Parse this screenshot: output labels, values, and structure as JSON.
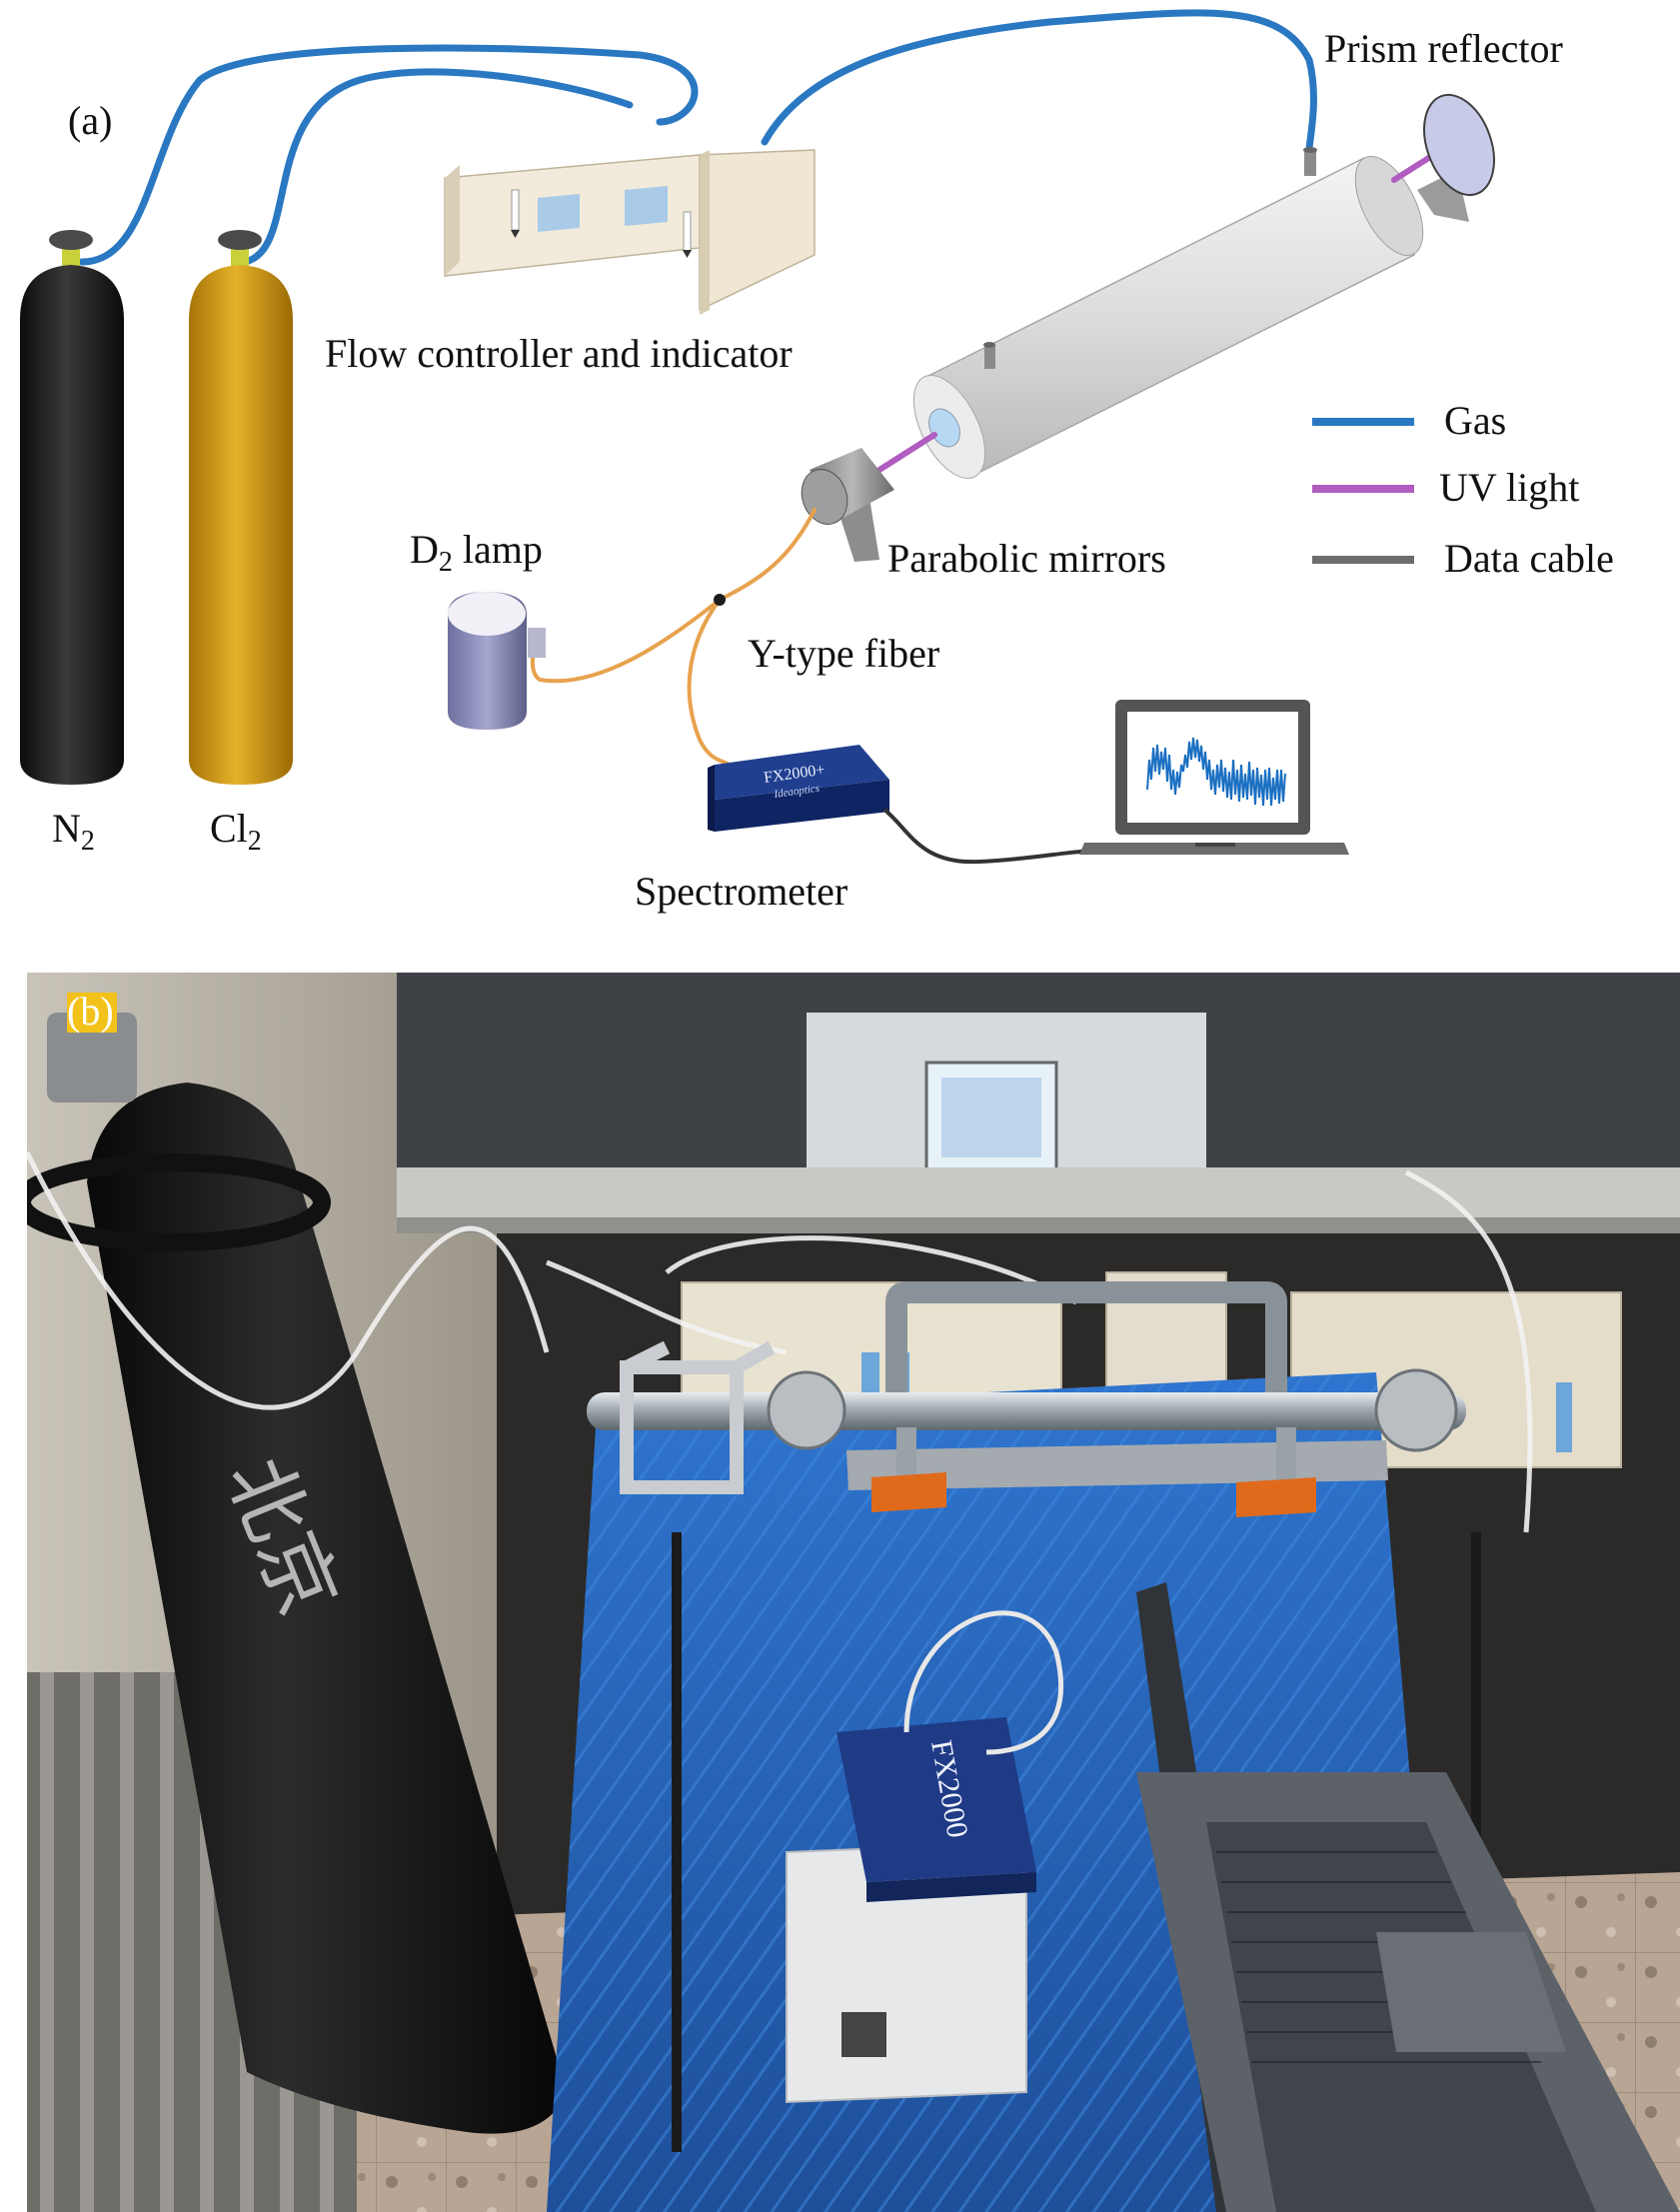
{
  "panel_a": {
    "label": "(a)",
    "n2": "N",
    "n2_sub": "2",
    "cl2": "Cl",
    "cl2_sub": "2",
    "flow_controller": "Flow controller and indicator",
    "prism_reflector": "Prism reflector",
    "parabolic_mirrors": "Parabolic mirrors",
    "d2_lamp": "D",
    "d2_sub": "2",
    "d2_lamp_rest": " lamp",
    "y_fiber": "Y-type fiber",
    "spectrometer": "Spectrometer",
    "spectrometer_brand": "FX2000+",
    "spectrometer_maker": "Ideaoptics",
    "legend": [
      {
        "label": "Gas",
        "color": "#2a78c2"
      },
      {
        "label": "UV light",
        "color": "#b05cc0"
      },
      {
        "label": "Data cable",
        "color": "#6d6d6d"
      }
    ]
  },
  "panel_b": {
    "label": "(b)",
    "device_label": "FX2000",
    "cylinder_text": "北京"
  },
  "colors": {
    "gas": "#2a78c2",
    "uv": "#b05cc0",
    "cable": "#6d6d6d",
    "fiber": "#e8a24e",
    "n2_cylinder": "#1c1c1c",
    "cl2_cylinder": "#d39a12",
    "spectrometer": "#1f3b86",
    "table_blue": "#2c6bc1"
  }
}
